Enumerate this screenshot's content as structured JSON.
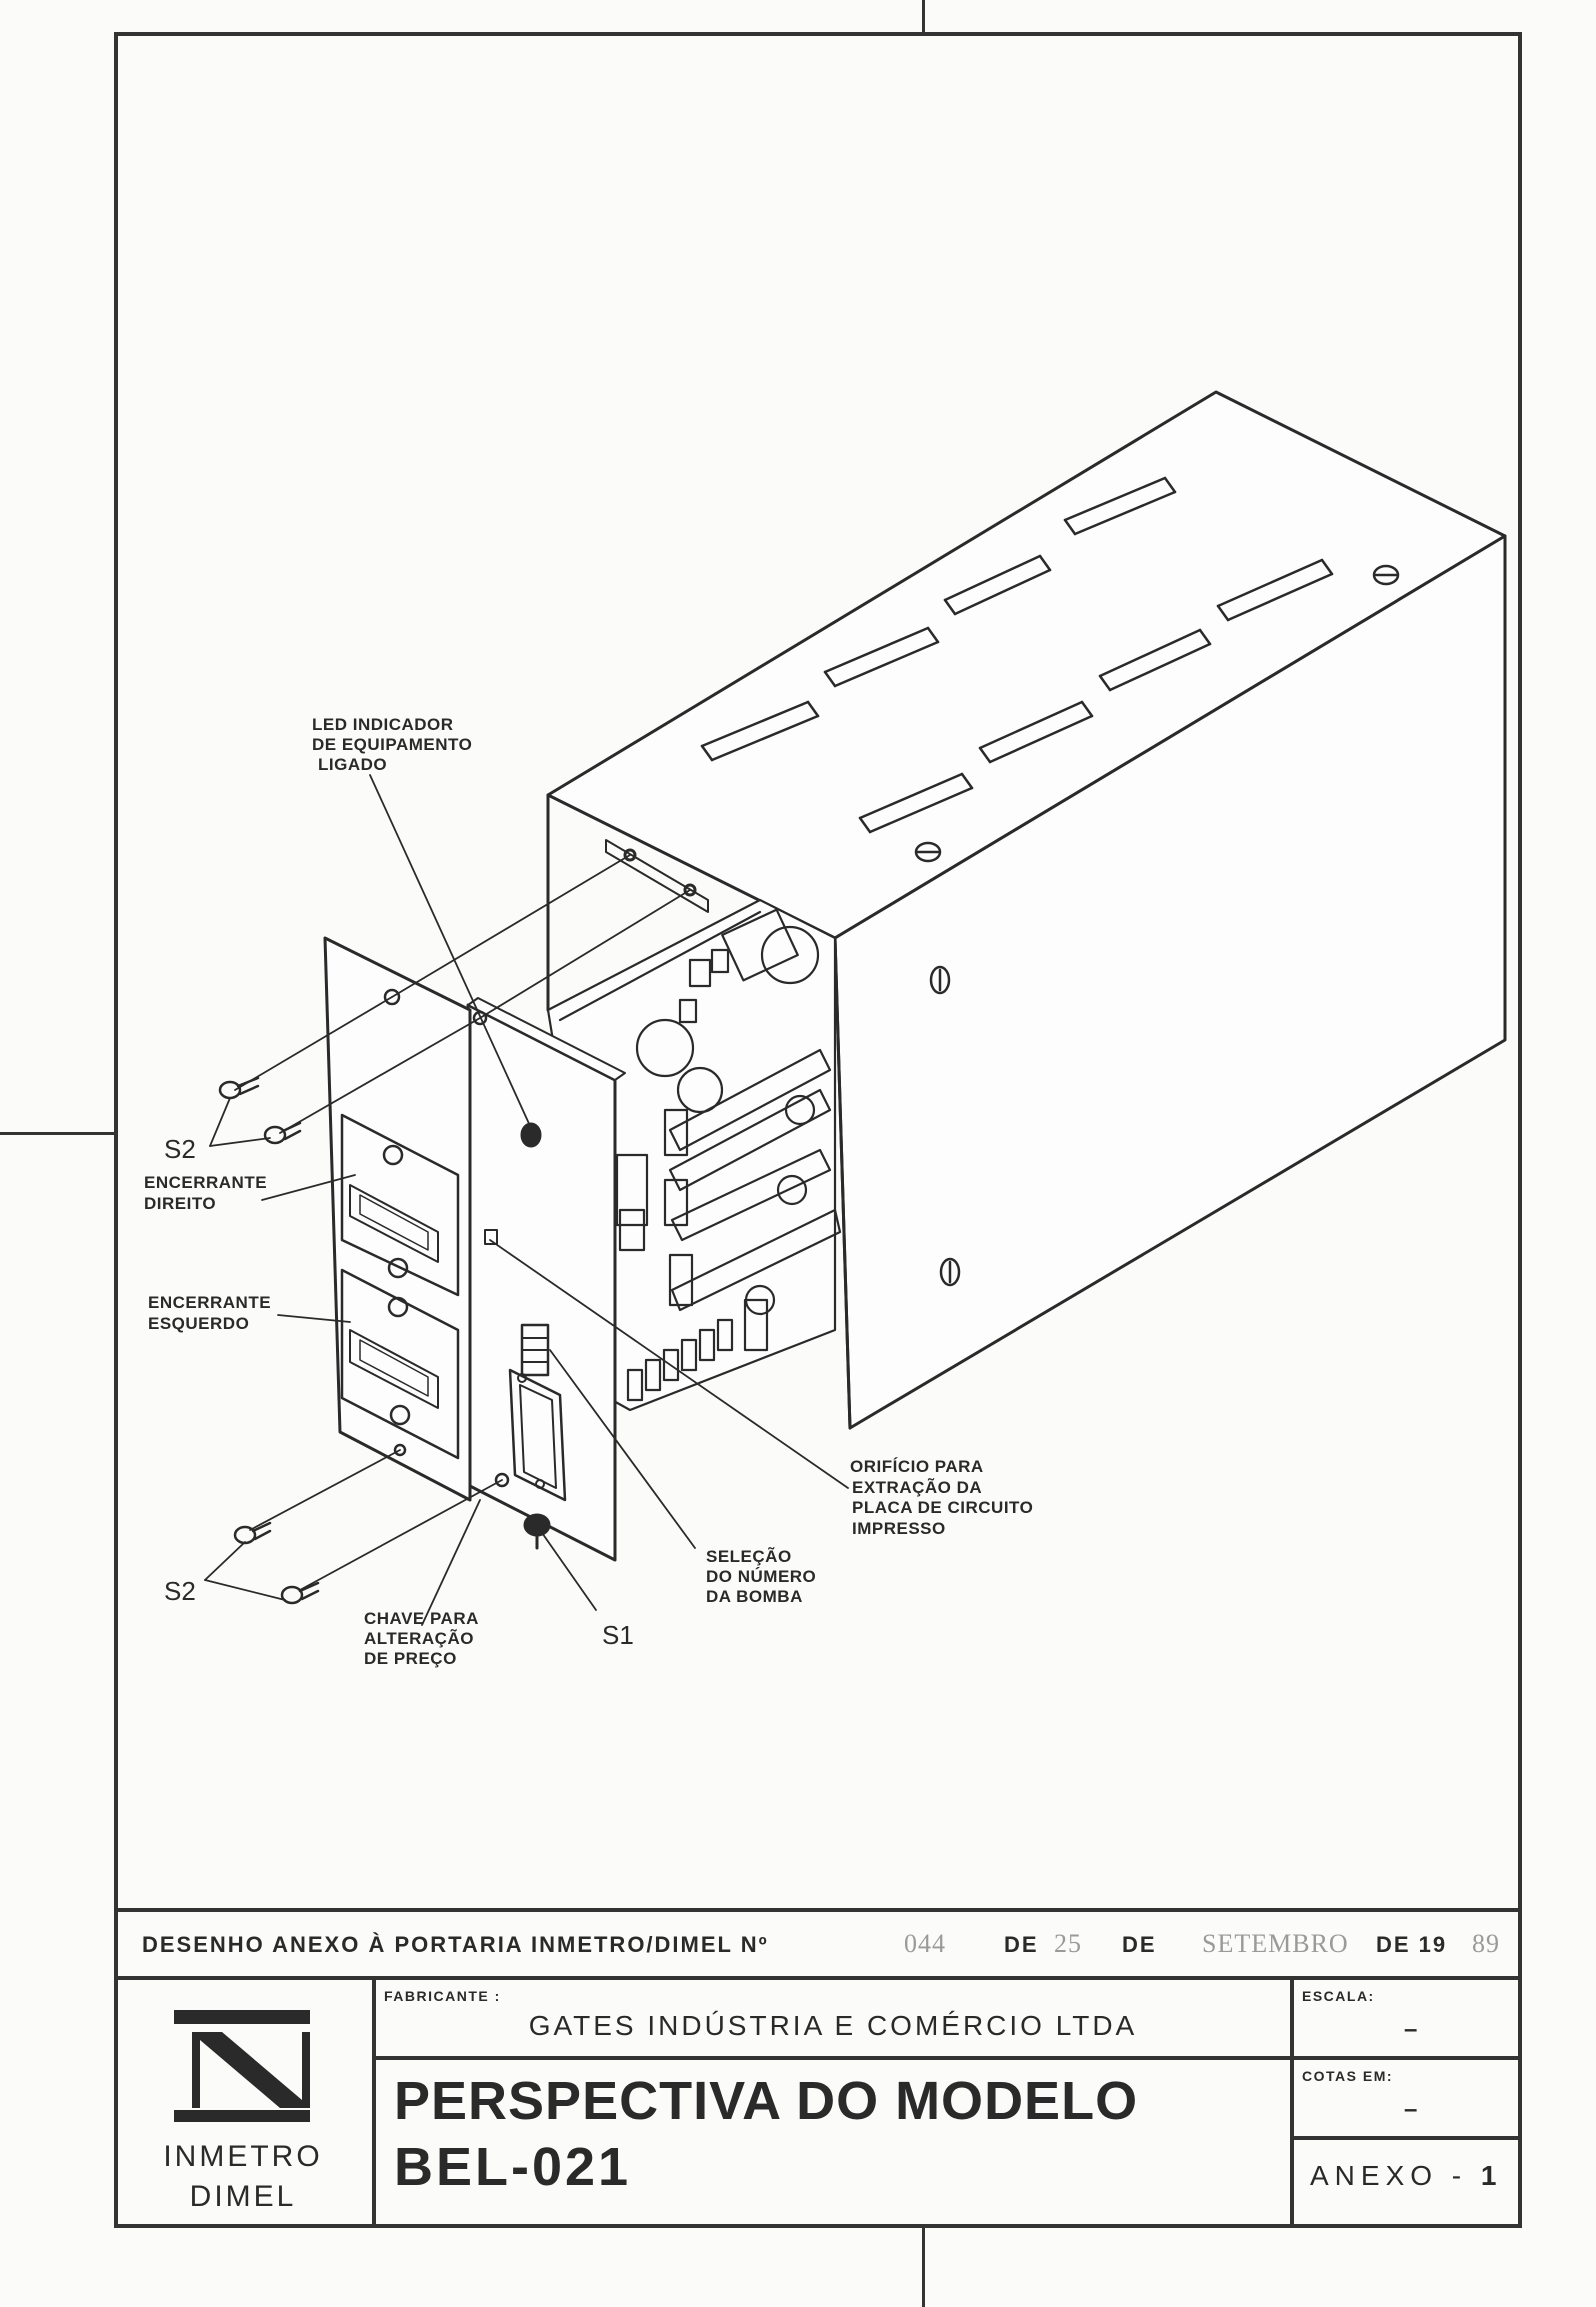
{
  "callouts": {
    "led": [
      "LED INDICADOR",
      "DE EQUIPAMENTO",
      "LIGADO"
    ],
    "enc_direito": [
      "ENCERRANTE",
      "DIREITO"
    ],
    "enc_esquerdo": [
      "ENCERRANTE",
      "ESQUERDO"
    ],
    "s2_top": "S2",
    "s2_bottom": "S2",
    "chave": [
      "CHAVE PARA",
      "ALTERAÇÃO",
      "DE PREÇO"
    ],
    "s1": "S1",
    "selecao": [
      "SELEÇÃO",
      "DO NÚMERO",
      "DA BOMBA"
    ],
    "orificio": [
      "ORIFÍCIO PARA",
      "EXTRAÇÃO DA",
      "PLACA DE CIRCUITO",
      "IMPRESSO"
    ]
  },
  "title_strip": {
    "prefix": "DESENHO ANEXO À PORTARIA INMETRO/DIMEL Nº",
    "number": "044",
    "de1": "DE",
    "day": "25",
    "de2": "DE",
    "month": "SETEMBRO",
    "de3": "DE 19",
    "year": "89"
  },
  "title_block": {
    "logo_line1": "INMETRO",
    "logo_line2": "DIMEL",
    "fabricante_label": "FABRICANTE :",
    "fabricante": "GATES INDÚSTRIA E COMÉRCIO LTDA",
    "title_line1": "PERSPECTIVA DO MODELO",
    "title_line2": "BEL-021",
    "escala_label": "ESCALA:",
    "escala_value": "–",
    "cotas_label": "COTAS EM:",
    "cotas_value": "–",
    "anexo_prefix": "ANEXO -",
    "anexo_number": "1"
  }
}
